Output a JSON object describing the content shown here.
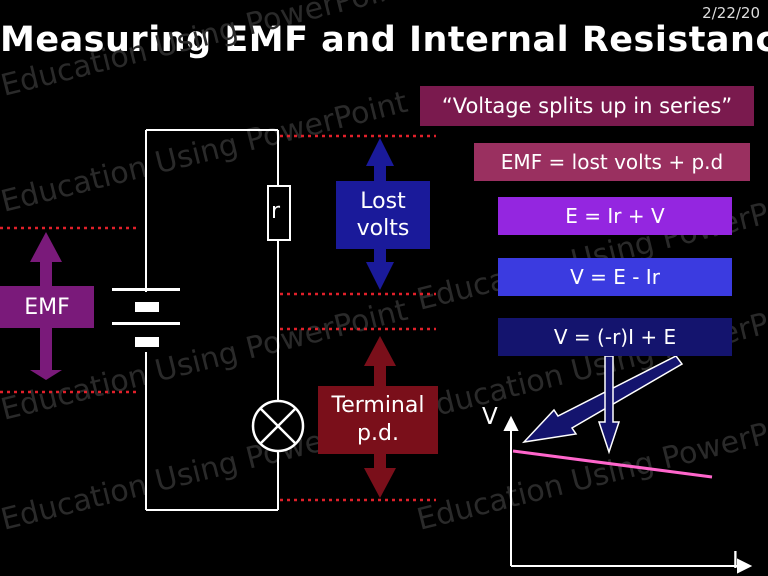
{
  "header": {
    "date": "2/22/20",
    "title": "Measuring EMF and Internal Resistance"
  },
  "notes": {
    "quote": "“Voltage splits up in series”",
    "emf_equation": "EMF = lost volts + p.d"
  },
  "equations": [
    "E = Ir + V",
    "V = E - Ir",
    "V = (-r)I + E"
  ],
  "circuit": {
    "resistor_label": "r",
    "lost_volts": "Lost volts",
    "emf": "EMF",
    "terminal_pd": "Terminal p.d."
  },
  "graph": {
    "y_axis": "V",
    "x_axis": "I"
  },
  "watermark": "Education Using PowerPoint",
  "colors": {
    "quote_box": "#7a1a4e",
    "emf_eq_box": "#9a3060",
    "eq1_box": "#9426e0",
    "eq2_box": "#3b3be0",
    "eq3_box": "#14146e",
    "lost_volts": "#1a1a9a",
    "emf": "#7a1a7a",
    "terminal_pd": "#7a0f1a",
    "dotted_line": "#e0202a",
    "graph_line": "#ff66cc"
  }
}
